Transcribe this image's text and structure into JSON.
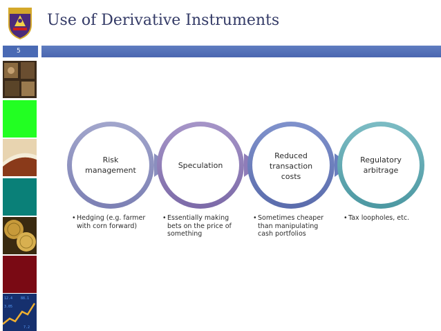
{
  "slide": {
    "title": "Use of Derivative Instruments",
    "number": "5"
  },
  "logo": {
    "icon": "university-crest-icon"
  },
  "sidebar_tiles": [
    {
      "name": "photo-tile-antiques",
      "color": "#5a4630"
    },
    {
      "name": "color-tile-green",
      "color": "#22ff22"
    },
    {
      "name": "photo-tile-book",
      "color": "#c28a4e"
    },
    {
      "name": "color-tile-teal",
      "color": "#0a8078"
    },
    {
      "name": "photo-tile-coins",
      "color": "#c79a3a"
    },
    {
      "name": "color-tile-maroon",
      "color": "#7a0a14"
    },
    {
      "name": "photo-tile-stock-chart",
      "color": "#1e3e86"
    }
  ],
  "diagram": {
    "nodes": [
      {
        "label_lines": [
          "Risk",
          "management"
        ],
        "ring_color": "#8f8fc0",
        "bullet": "Hedging (e.g. farmer with corn forward)"
      },
      {
        "label_lines": [
          "Speculation"
        ],
        "ring_color": "#8e7cb8",
        "bullet": "Essentially making bets on the price of something"
      },
      {
        "label_lines": [
          "Reduced",
          "transaction",
          "costs"
        ],
        "ring_color": "#6a7fbe",
        "bullet": "Sometimes cheaper than manipulating cash portfolios"
      },
      {
        "label_lines": [
          "Regulatory",
          "arbitrage"
        ],
        "ring_color": "#5aa6b0",
        "bullet": "Tax loopholes, etc."
      }
    ]
  }
}
